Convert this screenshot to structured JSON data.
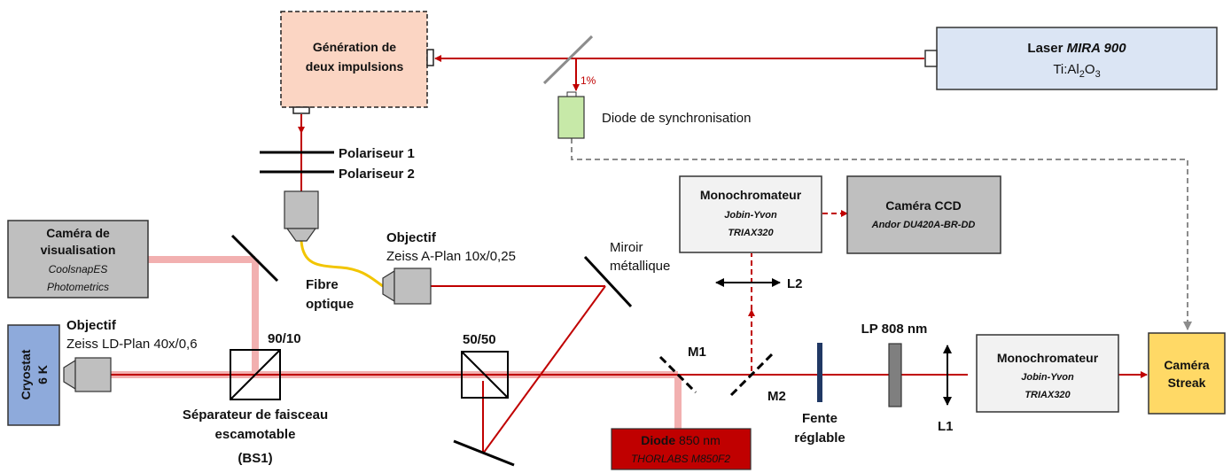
{
  "colors": {
    "beam": "#c00000",
    "beam_wide": "#f2b0b0",
    "fiber": "#f2c500",
    "sync_dashed": "#8c8c8c",
    "pulse_box": "#fbd5c3",
    "laser_box": "#dbe5f4",
    "diode_box": "#c7e9a8",
    "grey_box": "#bfbfbf",
    "light_grey_box": "#f2f2f2",
    "cryostat": "#8eaadb",
    "streak": "#ffd966",
    "diode850": "#c00000",
    "slit": "#203864",
    "filter": "#7f7f7f"
  },
  "laser": {
    "name": "Laser ",
    "model": "MIRA 900",
    "material_prefix": "Ti:Al",
    "sub1": "2",
    "material_mid": "O",
    "sub2": "3"
  },
  "pulse_gen": {
    "line1": "Génération de",
    "line2": "deux impulsions"
  },
  "sync": {
    "percent": "1%",
    "label": "Diode de synchronisation"
  },
  "polarizers": {
    "p1": "Polariseur 1",
    "p2": "Polariseur 2"
  },
  "objective_fiber": {
    "title": "Objectif",
    "spec": "Zeiss A-Plan 10x/0,25"
  },
  "fiber": {
    "line1": "Fibre",
    "line2": "optique"
  },
  "mirror_metal": {
    "line1": "Miroir",
    "line2": "métallique"
  },
  "camera_vis": {
    "line1": "Caméra de",
    "line2": "visualisation",
    "line3": "CoolsnapES",
    "line4": "Photometrics"
  },
  "objective_main": {
    "title": "Objectif",
    "spec": "Zeiss LD-Plan 40x/0,6"
  },
  "cryostat": {
    "line1": "Cryostat",
    "line2": "6 K"
  },
  "bs_ratio_1": "90/10",
  "bs_ratio_2": "50/50",
  "separator": {
    "line1": "Séparateur de faisceau",
    "line2": "escamotable",
    "line3": "(BS1)"
  },
  "diode850": {
    "bold": "Diode",
    "rest": " 850 nm",
    "model": "THORLABS M850F2"
  },
  "mirrors": {
    "m1": "M1",
    "m2": "M2"
  },
  "lenses": {
    "l1": "L1",
    "l2": "L2"
  },
  "mono_top": {
    "line1": "Monochromateur",
    "line2": "Jobin-Yvon",
    "line3": "TRIAX320"
  },
  "ccd": {
    "line1": "Caméra CCD",
    "line2": "Andor DU420A-BR-DD"
  },
  "slit": {
    "line1": "Fente",
    "line2": "réglable"
  },
  "filter": {
    "label": "LP 808 nm"
  },
  "mono_right": {
    "line1": "Monochromateur",
    "line2": "Jobin-Yvon",
    "line3": "TRIAX320"
  },
  "streak": {
    "line1": "Caméra",
    "line2": "Streak"
  }
}
